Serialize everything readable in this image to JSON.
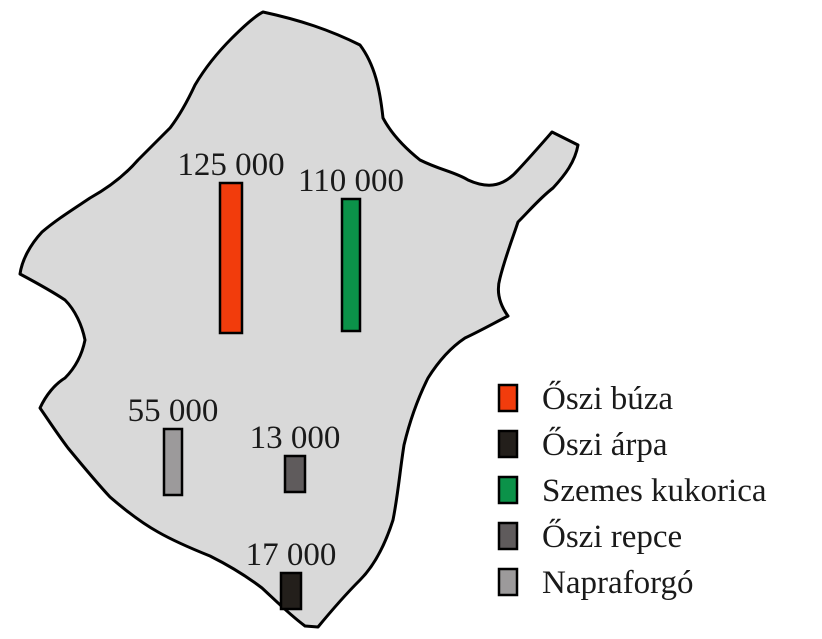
{
  "chart_data": {
    "type": "bar",
    "categories": [
      "Őszi búza",
      "Szemes kukorica",
      "Napraforgó",
      "Őszi repce",
      "Őszi árpa"
    ],
    "values": [
      125000,
      110000,
      55000,
      13000,
      17000
    ],
    "value_labels": [
      "125 000",
      "110 000",
      "55 000",
      "13 000",
      "17 000"
    ],
    "legend": [
      {
        "label": "Őszi búza",
        "color": "#f23c0c"
      },
      {
        "label": "Őszi árpa",
        "color": "#231f1b"
      },
      {
        "label": "Szemes kukorica",
        "color": "#0b9249"
      },
      {
        "label": "Őszi repce",
        "color": "#5f5b5c"
      },
      {
        "label": "Napraforgó",
        "color": "#9c9a9b"
      }
    ],
    "legend_position": "right",
    "colors": {
      "Őszi búza": "#f23c0c",
      "Szemes kukorica": "#0b9249",
      "Napraforgó": "#9c9a9b",
      "Őszi repce": "#5f5b5c",
      "Őszi árpa": "#231f1b"
    },
    "map_fill": "#d9d9d9",
    "outline_color": "#000000"
  }
}
